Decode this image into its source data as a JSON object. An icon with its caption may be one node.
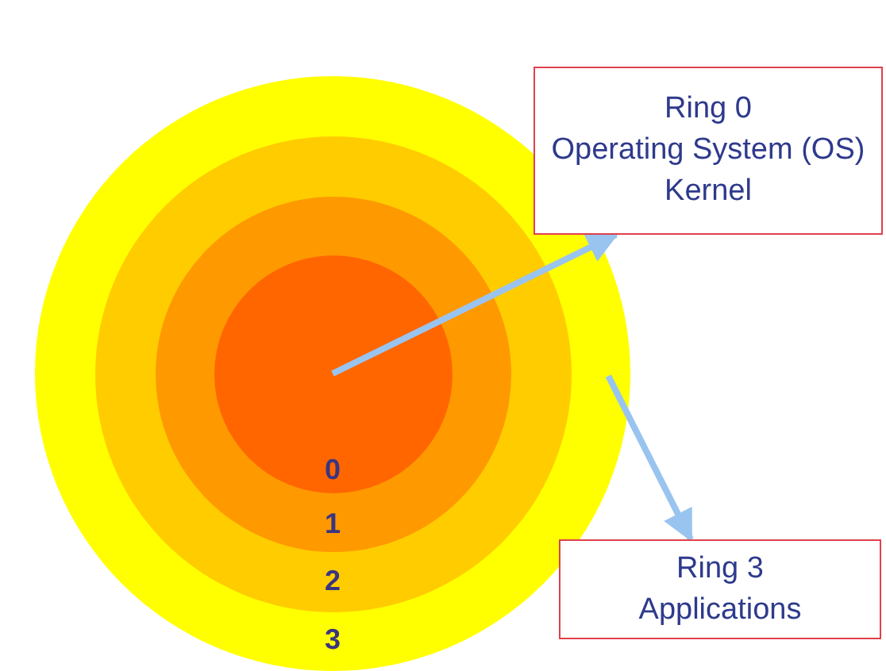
{
  "diagram": {
    "nodes": [
      {
        "text": [
          "3"
        ]
      },
      {
        "text": [
          "2"
        ],
        "in": 0
      },
      {
        "text": [
          "1"
        ],
        "in": 1
      },
      {
        "text": [
          "0"
        ],
        "in": 2
      },
      {
        "text": [
          "Ring 0",
          "Operating System (OS) Kernel"
        ]
      },
      {
        "text": [
          "Ring 3",
          "Applications"
        ]
      }
    ],
    "edges": [
      {
        "from": 3,
        "to": 4,
        "arrow": "to"
      },
      {
        "from": 0,
        "to": 5,
        "arrow": "to"
      }
    ]
  }
}
